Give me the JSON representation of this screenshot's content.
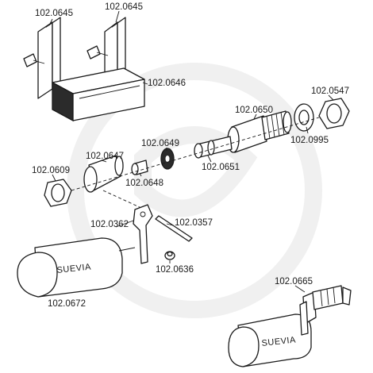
{
  "diagram": {
    "labels": {
      "l0645a": "102.0645",
      "l0645b": "102.0645",
      "l0646": "102.0646",
      "l0547": "102.0547",
      "l0650": "102.0650",
      "l0995": "102.0995",
      "l0649": "102.0649",
      "l0651": "102.0651",
      "l0647": "102.0647",
      "l0648": "102.0648",
      "l0609": "102.0609",
      "l0362": "102.0362",
      "l0357": "102.0357",
      "l0636": "102.0636",
      "l0672": "102.0672",
      "l0665": "102.0665"
    },
    "brand_main": "SUEVIA",
    "brand_small": "SUEVIA"
  }
}
